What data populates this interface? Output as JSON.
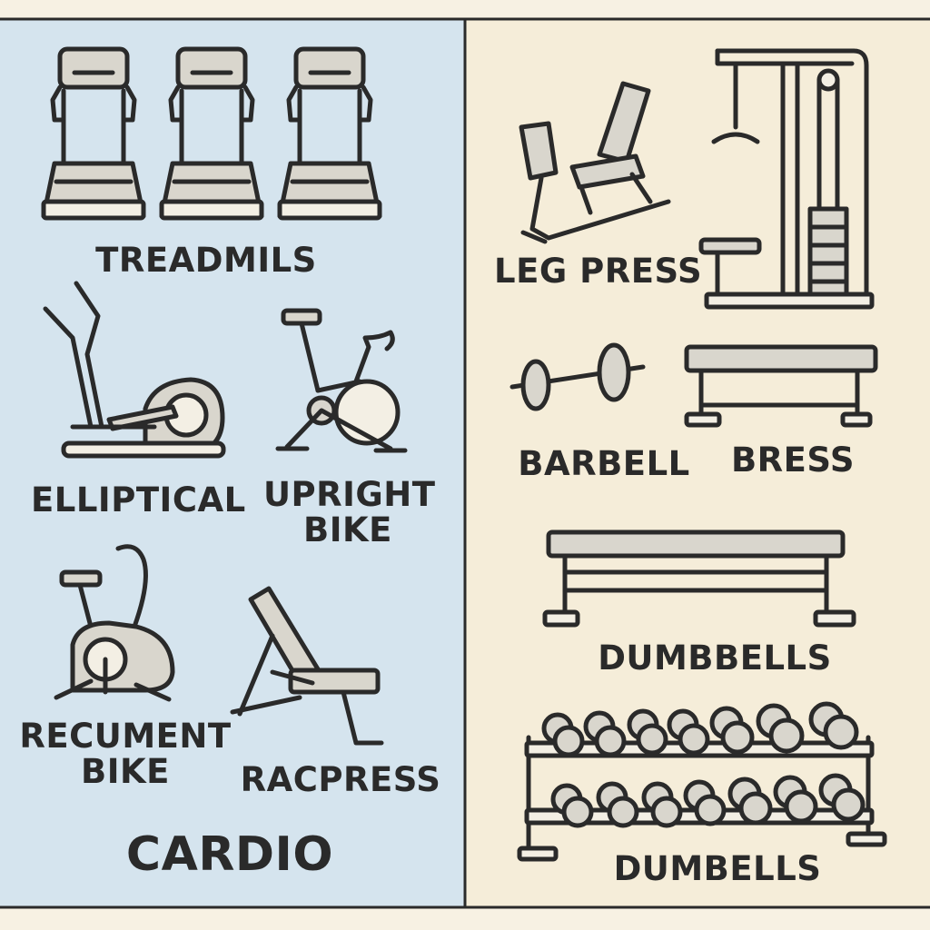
{
  "panels": {
    "cardio": {
      "title": "CARDIO",
      "bg": "#d5e4ee",
      "items": {
        "treadmills": "TREADMILS",
        "elliptical": "ELLIPTICAL",
        "upright_bike_line1": "UPRIGHT",
        "upright_bike_line2": "BIKE",
        "recumbent_line1": "RECUMENT",
        "recumbent_line2": "BIKE",
        "racpress": "RACPRESS"
      }
    },
    "strength": {
      "bg": "#f5edd9",
      "items": {
        "leg_press": "LEG PRESS",
        "barbell": "BARBELL",
        "bress": "BRESS",
        "dumbbells_bench": "DUMBBELLS",
        "dumbells_rack": "DUMBELLS"
      }
    }
  },
  "colors": {
    "outline": "#2a2a2a",
    "fill": "#d9d6cd",
    "divider": "#2a2a2a"
  },
  "icons": [
    "treadmill-icon",
    "elliptical-icon",
    "upright-bike-icon",
    "recumbent-bike-icon",
    "adjustable-bench-icon",
    "leg-press-icon",
    "cable-machine-icon",
    "barbell-icon",
    "flat-bench-icon",
    "long-bench-icon",
    "dumbbell-rack-icon"
  ]
}
